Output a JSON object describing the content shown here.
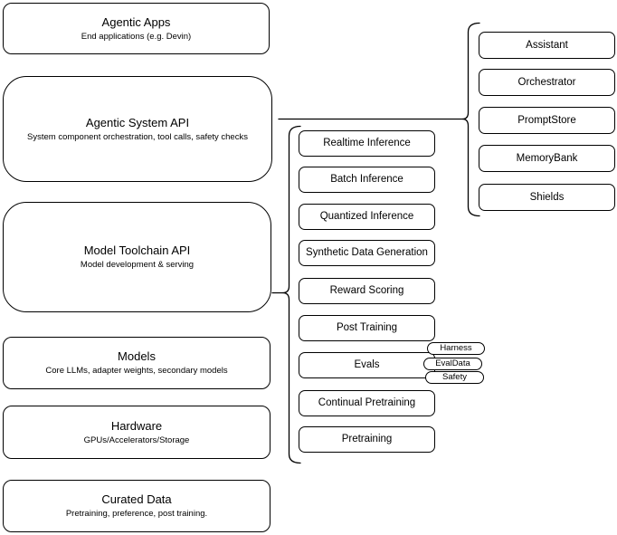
{
  "colors": {
    "stroke": "#000000",
    "fill": "#ffffff",
    "background": "#ffffff"
  },
  "stack": {
    "boxes": [
      {
        "title": "Agentic Apps",
        "subtitle": "End applications (e.g. Devin)"
      },
      {
        "title": "Agentic System API",
        "subtitle": "System component orchestration, tool calls, safety checks"
      },
      {
        "title": "Model Toolchain API",
        "subtitle": "Model development & serving"
      },
      {
        "title": "Models",
        "subtitle": "Core LLMs, adapter weights, secondary models"
      },
      {
        "title": "Hardware",
        "subtitle": "GPUs/Accelerators/Storage"
      },
      {
        "title": "Curated Data",
        "subtitle": "Pretraining, preference, post training."
      }
    ]
  },
  "toolchain_group": {
    "items": [
      "Realtime Inference",
      "Batch Inference",
      "Quantized Inference",
      "Synthetic Data Generation",
      "Reward Scoring",
      "Post Training",
      "Evals",
      "Continual Pretraining",
      "Pretraining"
    ],
    "eval_tags": [
      "Harness",
      "EvalData",
      "Safety"
    ]
  },
  "system_group": {
    "items": [
      "Assistant",
      "Orchestrator",
      "PromptStore",
      "MemoryBank",
      "Shields"
    ]
  }
}
